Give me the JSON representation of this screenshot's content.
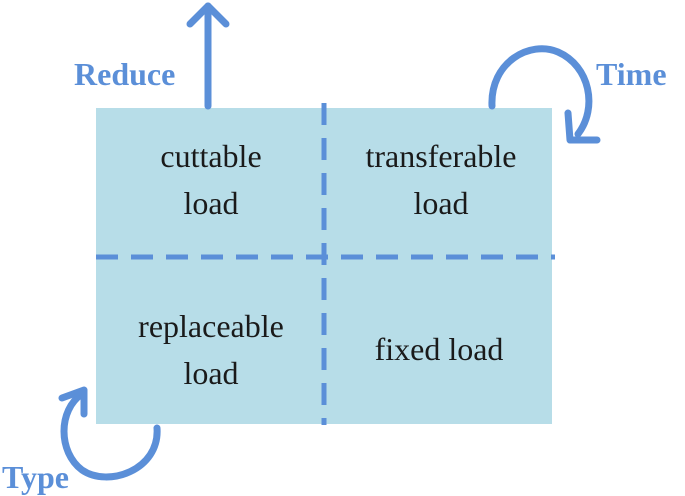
{
  "colors": {
    "quadrant_fill": "#b7dde8",
    "accent": "#5b8fd8",
    "text": "#1a1a1a"
  },
  "quadrants": {
    "top_left": {
      "line1": "cuttable",
      "line2": "load"
    },
    "top_right": {
      "line1": "transferable",
      "line2": "load"
    },
    "bottom_left": {
      "line1": "replaceable",
      "line2": "load"
    },
    "bottom_right": {
      "line1": "fixed load"
    }
  },
  "labels": {
    "reduce": "Reduce",
    "time": "Time",
    "type": "Type"
  },
  "icons": {
    "reduce": "arrow-up-icon",
    "time": "clockwise-curved-arrow-icon",
    "type": "counterclockwise-curved-arrow-icon"
  }
}
